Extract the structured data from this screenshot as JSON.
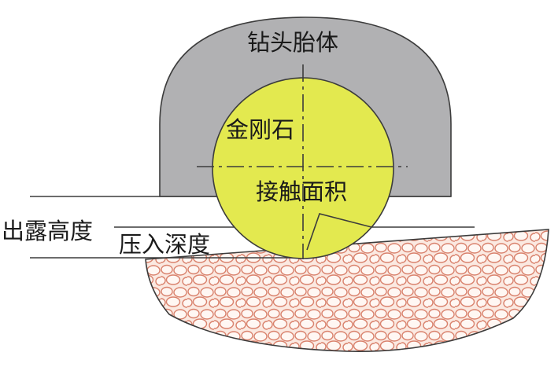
{
  "labels": {
    "matrix": "钻头胎体",
    "diamond": "金刚石",
    "contact_area": "接触面积",
    "exposure_height": "出露高度",
    "penetration_depth": "压入深度"
  },
  "colors": {
    "matrix_fill": "#b1b1b3",
    "diamond_fill": "#e3e94f",
    "rock_fill": "#fbe9e1",
    "rock_pattern": "#d9826d",
    "outline": "#3c3c3c"
  }
}
